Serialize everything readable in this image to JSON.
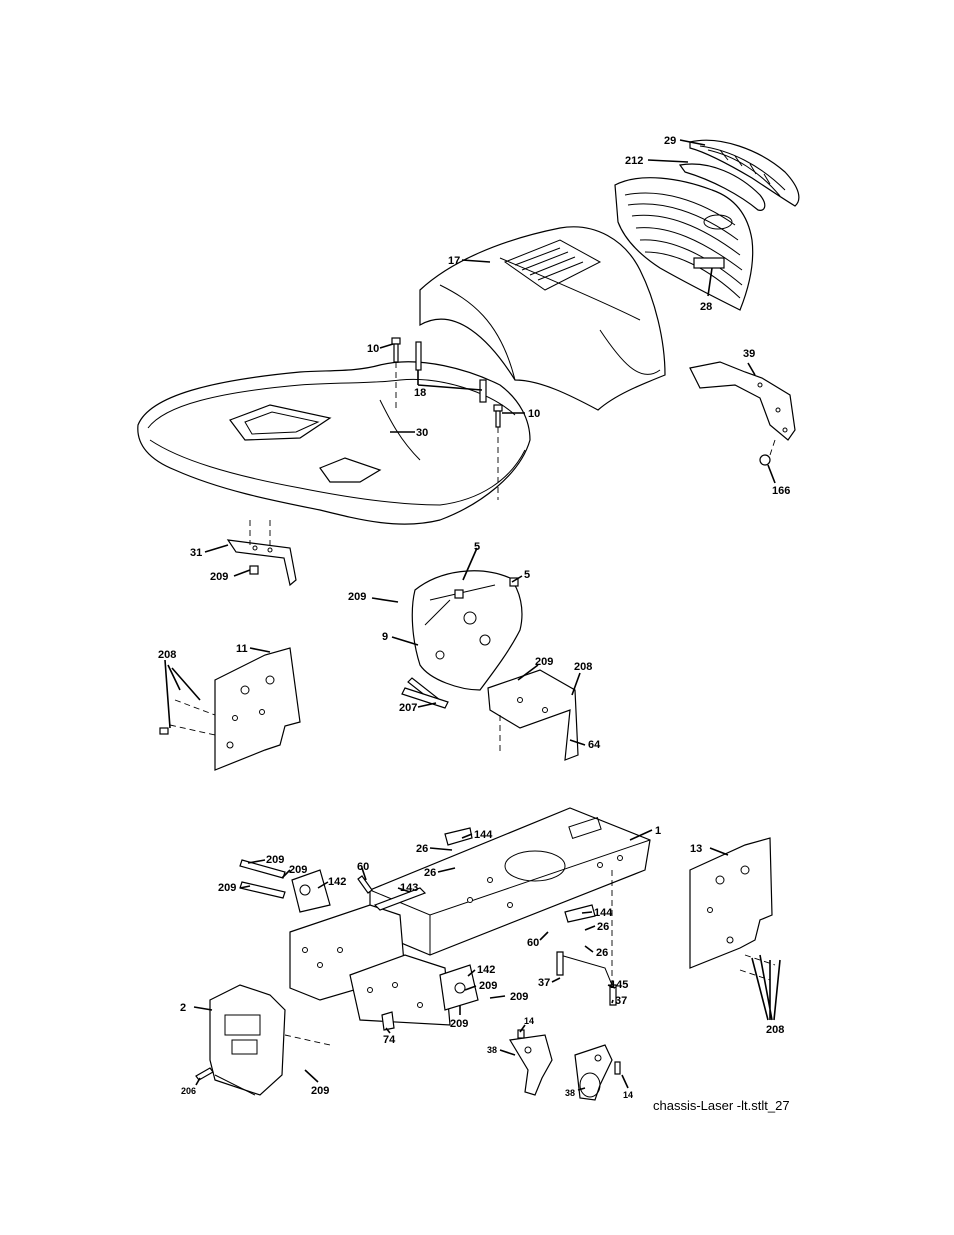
{
  "caption": "chassis-Laser -lt.stlt_27",
  "callouts": {
    "c29": "29",
    "c212": "212",
    "c17": "17",
    "c28": "28",
    "c10a": "10",
    "c18": "18",
    "c10b": "10",
    "c30": "30",
    "c39": "39",
    "c166": "166",
    "c31": "31",
    "c209a": "209",
    "c5a": "5",
    "c5b": "5",
    "c209b": "209",
    "c9": "9",
    "c208a": "208",
    "c11": "11",
    "c209c": "209",
    "c208b": "208",
    "c207": "207",
    "c64": "64",
    "c144a": "144",
    "c1": "1",
    "c26a": "26",
    "c26b": "26",
    "c13": "13",
    "c209d": "209",
    "c209e": "209",
    "c209f": "209",
    "c142a": "142",
    "c60a": "60",
    "c143": "143",
    "c144b": "144",
    "c26c": "26",
    "c60b": "60",
    "c26d": "26",
    "c37a": "37",
    "c145": "145",
    "c37b": "37",
    "c142b": "142",
    "c209g": "209",
    "c209h": "209",
    "c209i": "209",
    "c2": "2",
    "c74": "74",
    "c14a": "14",
    "c38a": "38",
    "c208c": "208",
    "c206": "206",
    "c209j": "209",
    "c38b": "38",
    "c14b": "14"
  }
}
